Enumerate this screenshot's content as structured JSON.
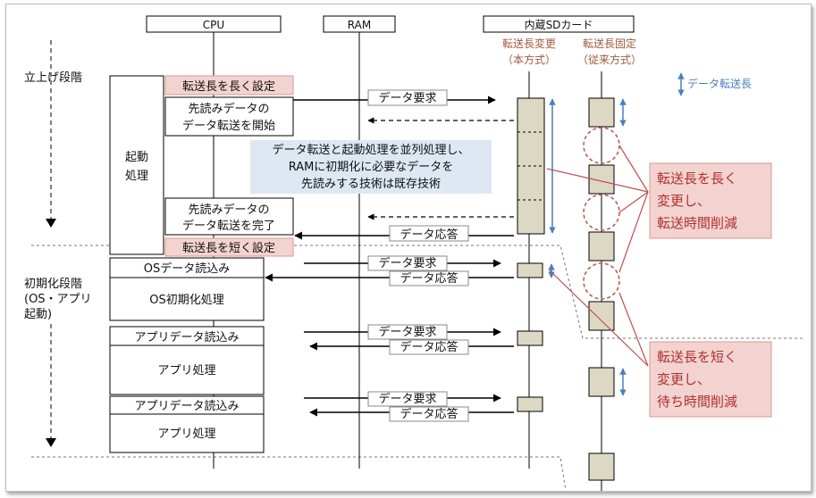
{
  "headers": {
    "cpu": "CPU",
    "ram": "RAM",
    "sd": "内蔵SDカード",
    "variable_col": [
      "転送長変更",
      "（本方式）"
    ],
    "fixed_col": [
      "転送長固定",
      "（従来方式）"
    ]
  },
  "legend": {
    "transfer_length": "データ転送長"
  },
  "phases": {
    "startup": "立上げ段階",
    "init": [
      "初期化段階",
      "(OS・アプリ",
      "起動)"
    ]
  },
  "boxes": {
    "boot_process": [
      "起動",
      "処理"
    ],
    "set_long": "転送長を長く設定",
    "prefetch_start": [
      "先読みデータの",
      "データ転送を開始"
    ],
    "prefetch_done": [
      "先読みデータの",
      "データ転送を完了"
    ],
    "set_short": "転送長を短く設定",
    "os_read": "OSデータ読込み",
    "os_init": "OS初期化処理",
    "app_read_1": "アプリデータ読込み",
    "app_proc_1": "アプリ処理",
    "app_read_2": "アプリデータ読込み",
    "app_proc_2": "アプリ処理"
  },
  "messages": {
    "request": "データ要求",
    "response": "データ応答"
  },
  "note": [
    "データ転送と起動処理を並列処理し、",
    "RAMに初期化に必要なデータを",
    "先読みする技術は既存技術"
  ],
  "callouts": {
    "long": [
      "転送長を長く",
      "変更し、",
      "転送時間削減"
    ],
    "short": [
      "転送長を短く",
      "変更し、",
      "待ち時間削減"
    ]
  },
  "colors": {
    "pink_fill": "#f2d3cf",
    "pink_border": "#d99a93",
    "beige": "#ddd8c4",
    "note_fill": "#dde8f3",
    "arrow_blue": "#4a7fbf",
    "red_dash": "#c0504d"
  }
}
